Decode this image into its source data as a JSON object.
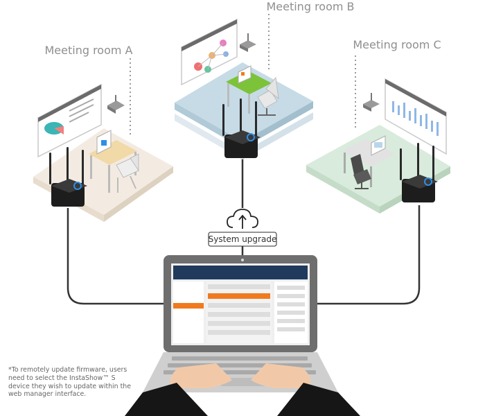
{
  "rooms": {
    "a": {
      "label": "Meeting room A"
    },
    "b": {
      "label": "Meeting room B"
    },
    "c": {
      "label": "Meeting room C"
    }
  },
  "hub": {
    "upgrade_label": "System upgrade"
  },
  "icons": {
    "cloud": "cloud-upload-icon",
    "device": "router-icon",
    "laptop": "laptop-icon"
  },
  "footnote": {
    "lines": [
      "*To remotely update firmware, users",
      "need to select the InstaShow™ S",
      "device they wish to update within the",
      "web manager interface."
    ]
  },
  "colors": {
    "device_body": "#2a2a2a",
    "device_led": "#2f8ee6",
    "room_a_floor": "#f3ebe1",
    "room_b_floor": "#c6dbe6",
    "room_c_floor": "#d9ebdc",
    "header_bar": "#1f3a5c",
    "highlight_bar": "#f07a1e",
    "cable": "#333333"
  }
}
